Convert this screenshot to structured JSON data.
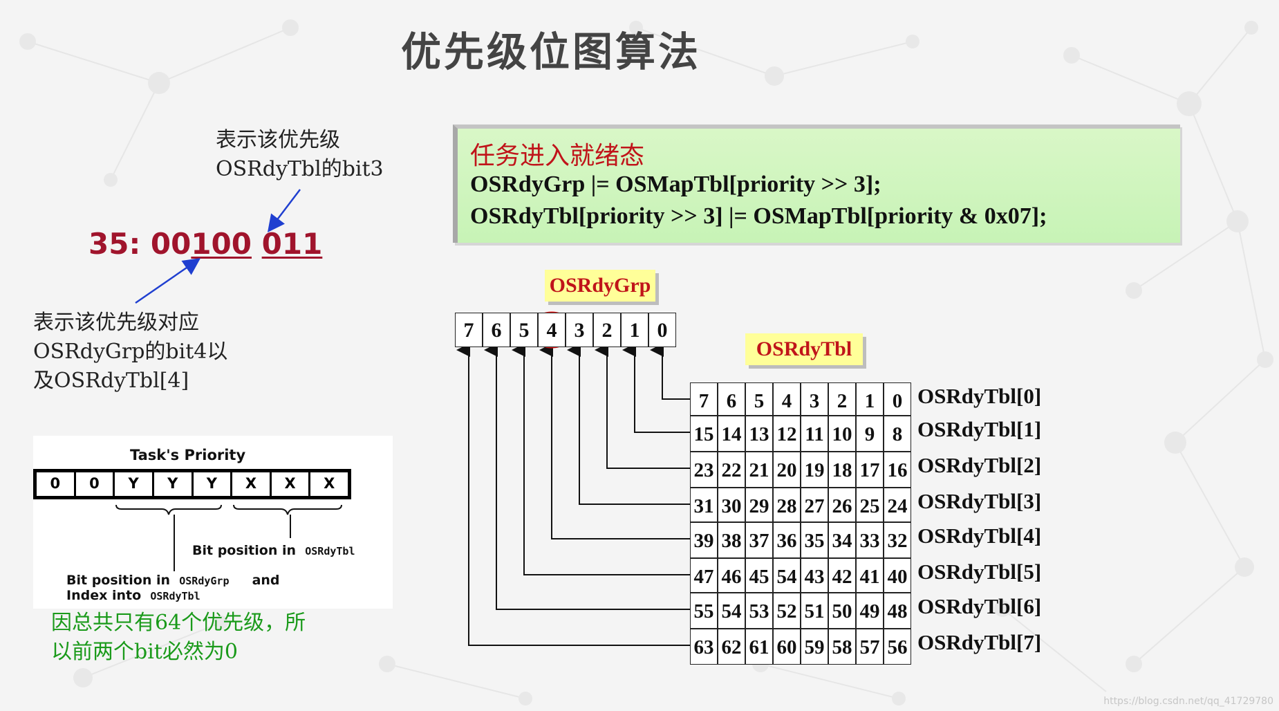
{
  "title": "优先级位图算法",
  "code": {
    "heading": "任务进入就绪态",
    "line1": "OSRdyGrp |= OSMapTbl[priority >> 3];",
    "line2": "OSRdyTbl[priority >> 3] |= OSMapTbl[priority & 0x07];"
  },
  "annotation_top": {
    "line1": "表示该优先级",
    "line2": "OSRdyTbl的bit3"
  },
  "priority_example": {
    "prefix": "35:",
    "high": "00",
    "mid": "100",
    "low": "011"
  },
  "annotation_left": {
    "line1": "表示该优先级对应",
    "line2": "OSRdyGrp的bit4以",
    "line3": "及OSRdyTbl[4]"
  },
  "grp_label": "OSRdyGrp",
  "tbl_label": "OSRdyTbl",
  "grp_bits": [
    "7",
    "6",
    "5",
    "4",
    "3",
    "2",
    "1",
    "0"
  ],
  "tbl_rows": [
    [
      "7",
      "6",
      "5",
      "4",
      "3",
      "2",
      "1",
      "0"
    ],
    [
      "15",
      "14",
      "13",
      "12",
      "11",
      "10",
      "9",
      "8"
    ],
    [
      "23",
      "22",
      "21",
      "20",
      "19",
      "18",
      "17",
      "16"
    ],
    [
      "31",
      "30",
      "29",
      "28",
      "27",
      "26",
      "25",
      "24"
    ],
    [
      "39",
      "38",
      "37",
      "36",
      "35",
      "34",
      "33",
      "32"
    ],
    [
      "47",
      "46",
      "45",
      "54",
      "43",
      "42",
      "41",
      "40"
    ],
    [
      "55",
      "54",
      "53",
      "52",
      "51",
      "50",
      "49",
      "48"
    ],
    [
      "63",
      "62",
      "61",
      "60",
      "59",
      "58",
      "57",
      "56"
    ]
  ],
  "row_labels": [
    "OSRdyTbl[0]",
    "OSRdyTbl[1]",
    "OSRdyTbl[2]",
    "OSRdyTbl[3]",
    "OSRdyTbl[4]",
    "OSRdyTbl[5]",
    "OSRdyTbl[6]",
    "OSRdyTbl[7]"
  ],
  "task_priority": {
    "title": "Task's Priority",
    "bits": [
      "0",
      "0",
      "Y",
      "Y",
      "Y",
      "X",
      "X",
      "X"
    ],
    "bitpos_tbl_prefix": "Bit position in",
    "bitpos_tbl_name": "OSRdyTbl",
    "bitpos_grp_prefix": "Bit position  in",
    "bitpos_grp_name": "OSRdyGrp",
    "and_word": "and",
    "index_prefix": "Index into",
    "index_name": "OSRdyTbl"
  },
  "note": {
    "line1": "因总共只有64个优先级，所",
    "line2": "以前两个bit必然为0"
  },
  "watermark": "https://blog.csdn.net/qq_41729780",
  "colors": {
    "title": "#444444",
    "red": "#c0141a",
    "green": "#1a9a1a",
    "code_bg": "#c7f3b6",
    "tag_bg": "#ffff99"
  }
}
